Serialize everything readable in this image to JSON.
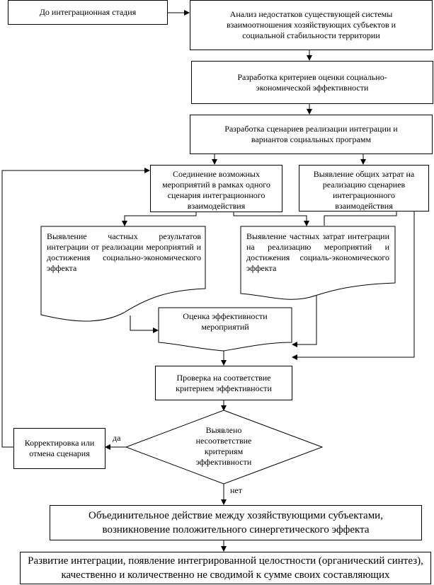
{
  "nodes": {
    "pre_stage": "До интеграционная стадия",
    "analysis": "Анализ недостатков существующей системы взаимоотношения хозяйствующих субъектов и социальной стабильности территории",
    "criteria": "Разработка критериев оценки социально-экономической эффективности",
    "scenarios": "Разработка сценариев реализации интеграции и вариантов социальных программ",
    "combine": "Соединение возможных мероприятий в рамках одного сценария интеграционного взаимодействия",
    "total_costs": "Выявление общих затрат на реализацию сценариев интеграционного взаимодействия",
    "partial_results": "Выявление частных результатов интеграции от реализации мероприятий и достижения социально-экономического эффекта",
    "partial_costs": "Выявление частных затрат интеграции на реализацию мероприятий и достижения социаль-экономического эффекта",
    "evaluation": "Оценка эффективности мероприятий",
    "check": "Проверка на соответствие критерием эффективности",
    "decision": "Выявлено несоответствие критериям эффективности",
    "correction": "Корректировка или отмена сценария",
    "unification": "Объединительное действие между хозяйствующими субъектами, возникновение положительного синергетического эффекта",
    "development": "Развитие интеграции, появление интегрированной целостности (органический синтез), качественно и количественно не сводимой к сумме своих составляющих"
  },
  "labels": {
    "yes": "да",
    "no": "нет"
  }
}
